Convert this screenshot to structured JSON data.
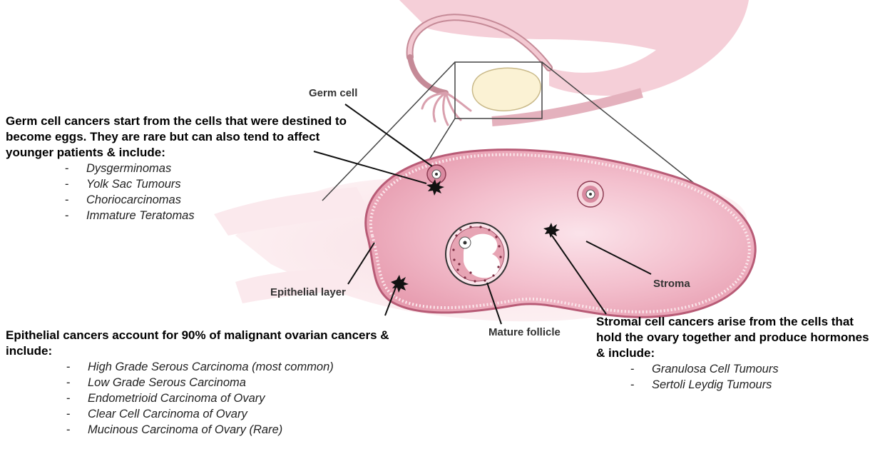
{
  "diagram_labels": {
    "germ_cell": "Germ cell",
    "epithelial_layer": "Epithelial layer",
    "stroma": "Stroma",
    "mature_follicle": "Mature follicle"
  },
  "germ_cell_cancers": {
    "heading": "Germ cell cancers start from the cells that were destined to become eggs. They are rare but can also tend to affect younger patients & include:",
    "items": [
      "Dysgerminomas",
      "Yolk Sac Tumours",
      "Choriocarcinomas",
      "Immature Teratomas"
    ]
  },
  "epithelial_cancers": {
    "heading": "Epithelial cancers account for 90% of malignant ovarian cancers & include:",
    "items": [
      "High Grade Serous Carcinoma (most common)",
      "Low Grade Serous Carcinoma",
      "Endometrioid Carcinoma of Ovary",
      "Clear Cell Carcinoma of Ovary",
      "Mucinous Carcinoma of Ovary (Rare)"
    ]
  },
  "stromal_cancers": {
    "heading": "Stromal cell cancers arise from the cells that hold the ovary together and produce hormones & include:",
    "items": [
      "Granulosa Cell Tumours",
      "Sertoli Leydig Tumours"
    ]
  },
  "list_marker": "-",
  "colors": {
    "ovary_fill": "#f2b7c6",
    "ovary_outline": "#c9728a",
    "tissue_pink": "#f6d2d9",
    "follicle_cell": "#d9889c",
    "tumor_black": "#111111"
  }
}
